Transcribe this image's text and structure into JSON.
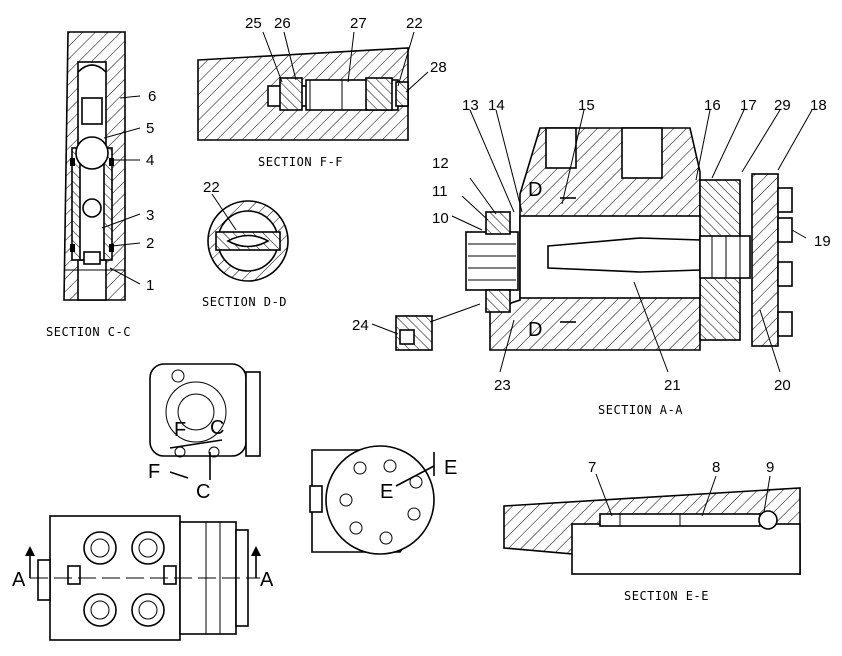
{
  "sections": {
    "c": "SECTION C-C",
    "f": "SECTION F-F",
    "d": "SECTION D-D",
    "a": "SECTION A-A",
    "e": "SECTION E-E"
  },
  "callouts": {
    "c1": "1",
    "c2": "2",
    "c3": "3",
    "c4": "4",
    "c5": "5",
    "c6": "6",
    "c7": "7",
    "c8": "8",
    "c9": "9",
    "c10": "10",
    "c11": "11",
    "c12": "12",
    "c13": "13",
    "c14": "14",
    "c15": "15",
    "c16": "16",
    "c17": "17",
    "c18": "18",
    "c19": "19",
    "c20": "20",
    "c21": "21",
    "c22": "22",
    "c22b": "22",
    "c23": "23",
    "c24": "24",
    "c25": "25",
    "c26": "26",
    "c27": "27",
    "c28": "28",
    "c29": "29"
  },
  "cut_letters": {
    "d_top": "D",
    "d_bot": "D",
    "f_in": "F",
    "c_in": "C",
    "f_out": "F",
    "c_out": "C",
    "e_in": "E",
    "e_out": "E",
    "a_left": "A",
    "a_right": "A"
  }
}
